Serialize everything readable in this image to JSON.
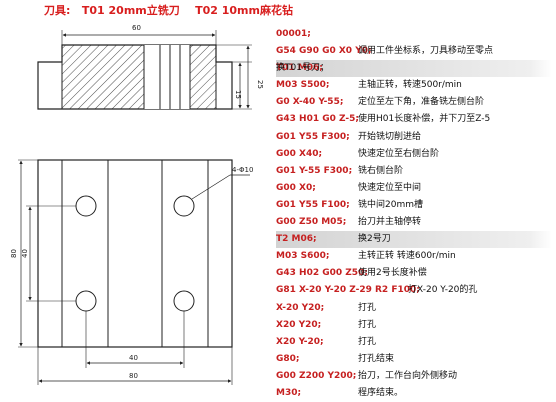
{
  "header": {
    "title": "刀具:   T01 20mm立铣刀    T02 10mm麻花钻"
  },
  "drawing": {
    "dims": {
      "top_width": "60",
      "top_height": "25",
      "top_step": "15",
      "hole_note": "4-Φ10",
      "plan_height": "80",
      "hole_vertical": "40",
      "hole_horizontal": "40",
      "plan_width": "80"
    }
  },
  "program": [
    {
      "code": "00001;",
      "comment": "",
      "highlight": false
    },
    {
      "code": "G54 G90 G0 X0 Y0;",
      "comment": "调用工件坐标系，刀具移动至零点",
      "highlight": false
    },
    {
      "code": "T01 M06;",
      "comment": "换T01号刀；",
      "highlight": true
    },
    {
      "code": "M03 S500;",
      "comment": "主轴正转，转速500r/min",
      "highlight": false
    },
    {
      "code": "G0 X-40 Y-55;",
      "comment": "定位至左下角，准备铣左侧台阶",
      "highlight": false
    },
    {
      "code": "G43 H01 G0 Z-5;",
      "comment": "使用H01长度补偿，并下刀至Z-5",
      "highlight": false
    },
    {
      "code": "G01 Y55 F300;",
      "comment": "开始铣切削进给",
      "highlight": false
    },
    {
      "code": "G00 X40;",
      "comment": "快速定位至右侧台阶",
      "highlight": false
    },
    {
      "code": "G01 Y-55 F300;",
      "comment": "铣右侧台阶",
      "highlight": false
    },
    {
      "code": "G00 X0;",
      "comment": "快速定位至中间",
      "highlight": false
    },
    {
      "code": "G01 Y55 F100;",
      "comment": "铣中间20mm槽",
      "highlight": false
    },
    {
      "code": "G00 Z50 M05;",
      "comment": "抬刀并主轴停转",
      "highlight": false
    },
    {
      "code": "T2 M06;",
      "comment": "换2号刀",
      "highlight": true
    },
    {
      "code": "M03 S600;",
      "comment": "主转正转 转速600r/min",
      "highlight": false
    },
    {
      "code": "G43 H02 G00 Z50;",
      "comment": "使用2号长度补偿",
      "highlight": false
    },
    {
      "code": "G81 X-20 Y-20 Z-29 R2 F100;",
      "comment": "打X-20 Y-20的孔",
      "highlight": false
    },
    {
      "code": "X-20 Y20;",
      "comment": "打孔",
      "highlight": false
    },
    {
      "code": "X20 Y20;",
      "comment": "打孔",
      "highlight": false
    },
    {
      "code": "X20 Y-20;",
      "comment": "打孔",
      "highlight": false
    },
    {
      "code": "G80;",
      "comment": "打孔结束",
      "highlight": false
    },
    {
      "code": "G00 Z200 Y200;",
      "comment": "抬刀，工作台向外侧移动",
      "highlight": false
    },
    {
      "code": "M30;",
      "comment": "程序结束。",
      "highlight": false
    }
  ]
}
